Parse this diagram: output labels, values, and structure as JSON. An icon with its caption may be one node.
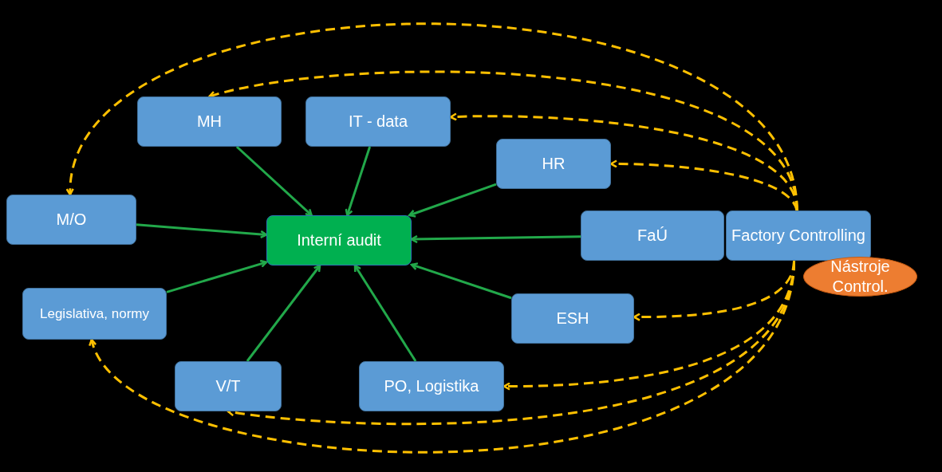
{
  "diagram": {
    "nodes": [
      {
        "text": [
          "MH"
        ]
      },
      {
        "text": [
          "IT - data"
        ]
      },
      {
        "text": [
          "HR"
        ]
      },
      {
        "text": [
          "M/O"
        ]
      },
      {
        "text": [
          "Interní audit"
        ]
      },
      {
        "text": [
          "FaÚ"
        ]
      },
      {
        "text": [
          "Factory Controlling"
        ]
      },
      {
        "text": [
          "Nástroje Control."
        ]
      },
      {
        "text": [
          "Legislativa, normy"
        ]
      },
      {
        "text": [
          "ESH"
        ]
      },
      {
        "text": [
          "V/T"
        ]
      },
      {
        "text": [
          "PO, Logistika"
        ]
      }
    ],
    "edges": [
      {
        "from": 0,
        "to": 4,
        "arrow": "to"
      },
      {
        "from": 1,
        "to": 4,
        "arrow": "to"
      },
      {
        "from": 2,
        "to": 4,
        "arrow": "to"
      },
      {
        "from": 3,
        "to": 4,
        "arrow": "to"
      },
      {
        "from": 5,
        "to": 4,
        "arrow": "to"
      },
      {
        "from": 8,
        "to": 4,
        "arrow": "to"
      },
      {
        "from": 9,
        "to": 4,
        "arrow": "to"
      },
      {
        "from": 10,
        "to": 4,
        "arrow": "to"
      },
      {
        "from": 11,
        "to": 4,
        "arrow": "to"
      },
      {
        "from": 6,
        "to": 0,
        "arrow": "to",
        "style": "dashed",
        "color": "#ffc000"
      },
      {
        "from": 6,
        "to": 3,
        "arrow": "to",
        "style": "dashed",
        "color": "#ffc000"
      },
      {
        "from": 6,
        "to": 1,
        "arrow": "to",
        "style": "dashed",
        "color": "#ffc000"
      },
      {
        "from": 6,
        "to": 2,
        "arrow": "to",
        "style": "dashed",
        "color": "#ffc000"
      },
      {
        "from": 6,
        "to": 9,
        "arrow": "to",
        "style": "dashed",
        "color": "#ffc000"
      },
      {
        "from": 6,
        "to": 11,
        "arrow": "to",
        "style": "dashed",
        "color": "#ffc000"
      },
      {
        "from": 6,
        "to": 10,
        "arrow": "to",
        "style": "dashed",
        "color": "#ffc000"
      },
      {
        "from": 6,
        "to": 8,
        "arrow": "to",
        "style": "dashed",
        "color": "#ffc000"
      }
    ]
  }
}
